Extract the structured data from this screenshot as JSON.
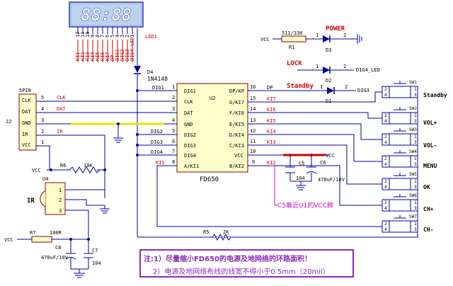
{
  "display": {
    "digits": "88:88",
    "ref": "LED1",
    "pins": [
      "12",
      "11",
      "10",
      "9",
      "8",
      "7",
      "6",
      "5",
      "4",
      "3",
      "2",
      "1"
    ],
    "nets": [
      "KI1",
      "KI2",
      "KI3",
      "KI4",
      "KI5",
      "KI6",
      "KI7",
      "DP",
      "DIG1",
      "DIG2",
      "DIG3",
      "DIG4_LED"
    ]
  },
  "connector": {
    "ref": "J2",
    "type": "5PIN",
    "pins": [
      {
        "num": "5",
        "label": "CLK"
      },
      {
        "num": "4",
        "label": "DAT"
      },
      {
        "num": "3",
        "label": "GND"
      },
      {
        "num": "2",
        "label": "IR"
      },
      {
        "num": "1",
        "label": "VCC"
      }
    ],
    "nets": [
      "CLK",
      "DAT",
      "IR"
    ]
  },
  "ic": {
    "ref": "U2",
    "name": "FD650",
    "left_pins": [
      {
        "num": "1",
        "name": "DIG1",
        "net": "DIG1"
      },
      {
        "num": "2",
        "name": "CLK",
        "net": ""
      },
      {
        "num": "3",
        "name": "DAT",
        "net": ""
      },
      {
        "num": "4",
        "name": "GND",
        "net": ""
      },
      {
        "num": "5",
        "name": "DIG2",
        "net": "DIG2"
      },
      {
        "num": "6",
        "name": "DIG3",
        "net": "DIG3"
      },
      {
        "num": "7",
        "name": "DIG4",
        "net": "DIG4"
      },
      {
        "num": "8",
        "name": "A/KI1",
        "net": "KI1"
      }
    ],
    "right_pins": [
      {
        "num": "16",
        "name": "DP/KP",
        "net": "DP"
      },
      {
        "num": "15",
        "name": "G/KI7",
        "net": "KI7"
      },
      {
        "num": "14",
        "name": "F/KI6",
        "net": "KI6"
      },
      {
        "num": "13",
        "name": "E/KI5",
        "net": "KI5"
      },
      {
        "num": "12",
        "name": "D/KI4",
        "net": "KI4"
      },
      {
        "num": "11",
        "name": "C/KI3",
        "net": "KI3"
      },
      {
        "num": "10",
        "name": "VCC",
        "net": ""
      },
      {
        "num": "9",
        "name": "B/KI2",
        "net": "KI2"
      }
    ]
  },
  "diode_d4": {
    "ref": "D4",
    "part": "1N4148"
  },
  "power": {
    "label": "POWER",
    "vcc": "VCC",
    "r1": "R1",
    "r1_value": "511/330",
    "led": "D3",
    "pin1": "1",
    "pin2": "2"
  },
  "lock": {
    "label": "LOCK",
    "led": "D2",
    "net": "DIG4_LED",
    "pin1": "1",
    "pin2": "2"
  },
  "standby_led": {
    "label": "Standby",
    "led": "D1",
    "net": "DIG3",
    "pin1": "1",
    "pin2": "2"
  },
  "caps": {
    "c5": "C5",
    "c5_value": "104",
    "c6": "C6",
    "c6_value": "470uF/10V",
    "vcc": "VCC",
    "note": "C5靠近U1的VCC脚"
  },
  "ir": {
    "ref": "U4",
    "label": "IR",
    "pins": [
      "1",
      "2",
      "3"
    ],
    "r6": "R6",
    "r6_value": "10K",
    "vcc": "VCC"
  },
  "supply": {
    "vcc": "VCC",
    "r7": "R7",
    "r7_value": "100R",
    "c8": "C8",
    "c8_value": "470uF/10V",
    "c7": "C7",
    "c7_value": "104"
  },
  "r5": {
    "ref": "R5",
    "value": "2K"
  },
  "switches": [
    {
      "ref": "SW1",
      "label": "Standby"
    },
    {
      "ref": "SW2",
      "label": "VOL+"
    },
    {
      "ref": "SW3",
      "label": "VOL-"
    },
    {
      "ref": "SW4",
      "label": "MENU"
    },
    {
      "ref": "SW5",
      "label": "OK"
    },
    {
      "ref": "SW6",
      "label": "CH+"
    },
    {
      "ref": "SW7",
      "label": "CH-"
    }
  ],
  "switch_pins": [
    "1",
    "2",
    "3",
    "4"
  ],
  "notes": {
    "line1": "注:1）尽量缩小FD650的电源及地网络的环路面积！",
    "line2": "2）电源及地网络布线的线宽不得小于0.5mm（20mil）"
  },
  "colors": {
    "wire": "#0000a0",
    "part": "#800000",
    "label": "#cc0000",
    "note": "#8b2bb8",
    "highlight": "#e6e600"
  }
}
